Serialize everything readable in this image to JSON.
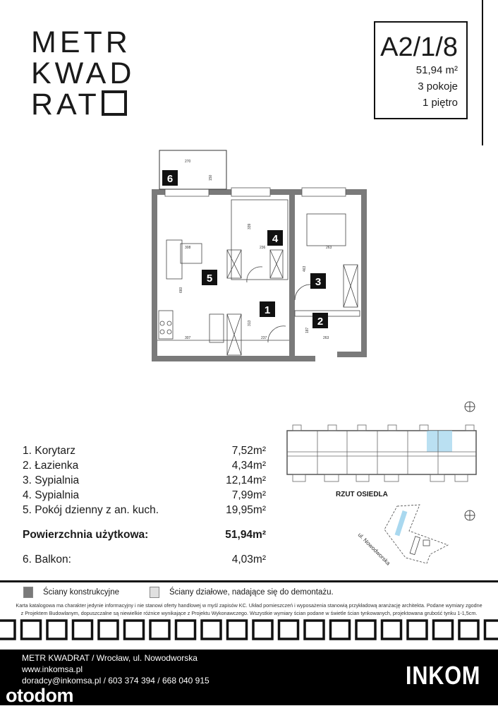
{
  "logo": {
    "lines": [
      "METR",
      "KWAD",
      "RAT"
    ],
    "text": "METR KWADRAT"
  },
  "unit": {
    "code": "A2/1/8",
    "area": "51,94 m²",
    "rooms": "3 pokoje",
    "floor": "1 piętro"
  },
  "plan": {
    "room_numbers": [
      "1",
      "2",
      "3",
      "4",
      "5",
      "6"
    ],
    "dimensions": [
      "270",
      "150",
      "308",
      "660",
      "307",
      "339",
      "236",
      "263",
      "463",
      "313",
      "237",
      "187",
      "263"
    ]
  },
  "rooms": [
    {
      "label": "1. Korytarz",
      "area": "7,52m²"
    },
    {
      "label": "2. Łazienka",
      "area": "4,34m²"
    },
    {
      "label": "3. Sypialnia",
      "area": "12,14m²"
    },
    {
      "label": "4. Sypialnia",
      "area": "7,99m²"
    },
    {
      "label": "5. Pokój dzienny z an. kuch.",
      "area": "19,95m²"
    }
  ],
  "total": {
    "label": "Powierzchnia użytkowa:",
    "area": "51,94m²"
  },
  "balcony": {
    "label": "6. Balkon:",
    "area": "4,03m²"
  },
  "site": {
    "title": "RZUT OSIEDLA",
    "street": "ul. Nowodworska",
    "highlight_color": "#a9d8ef"
  },
  "legend": {
    "structural": {
      "label": "Ściany konstrukcyjne",
      "color": "#7a7a7a"
    },
    "partition": {
      "label": "Ściany działowe, nadające się do demontażu.",
      "color": "#e0e0e0"
    }
  },
  "disclaimer": "Karta katalogowa ma charakter jedynie informacyjny i nie stanowi oferty handlowej w myśl zapisów KC. Układ pomieszczeń i wyposażenia stanowią przykładową aranżację architekta. Podane wymiary zgodne z Projektem Budowlanym, dopuszczalne są niewielkie różnice wynikające z Projektu Wykonawczego. Wszystkie wymiary ścian podane w świetle ścian tynkowanych, projektowana grubość tynku 1-1,5cm.",
  "footer": {
    "address": "METR KWADRAT / Wrocław, ul. Nowodworska",
    "website": "www.inkomsa.pl",
    "contact": "doradcy@inkomsa.pl / 603 374 394 / 668 040 915",
    "brand": "INKOM",
    "watermark": "otodom"
  }
}
